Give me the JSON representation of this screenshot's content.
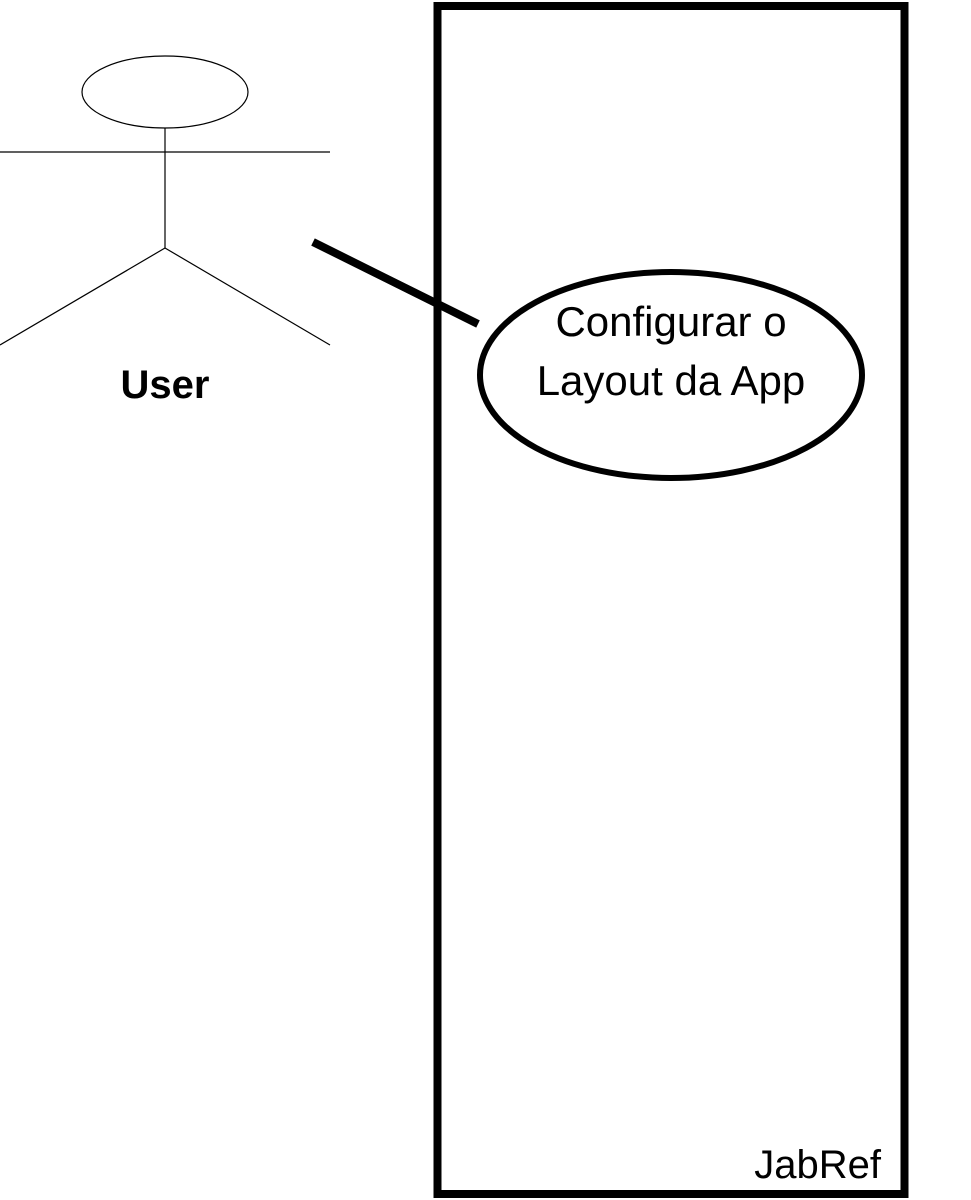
{
  "actor": {
    "name": "User"
  },
  "system": {
    "name": "JabRef"
  },
  "use_case": {
    "line1": "Configurar o",
    "line2": "Layout da App"
  },
  "colors": {
    "stroke": "#000000",
    "background": "#ffffff"
  }
}
